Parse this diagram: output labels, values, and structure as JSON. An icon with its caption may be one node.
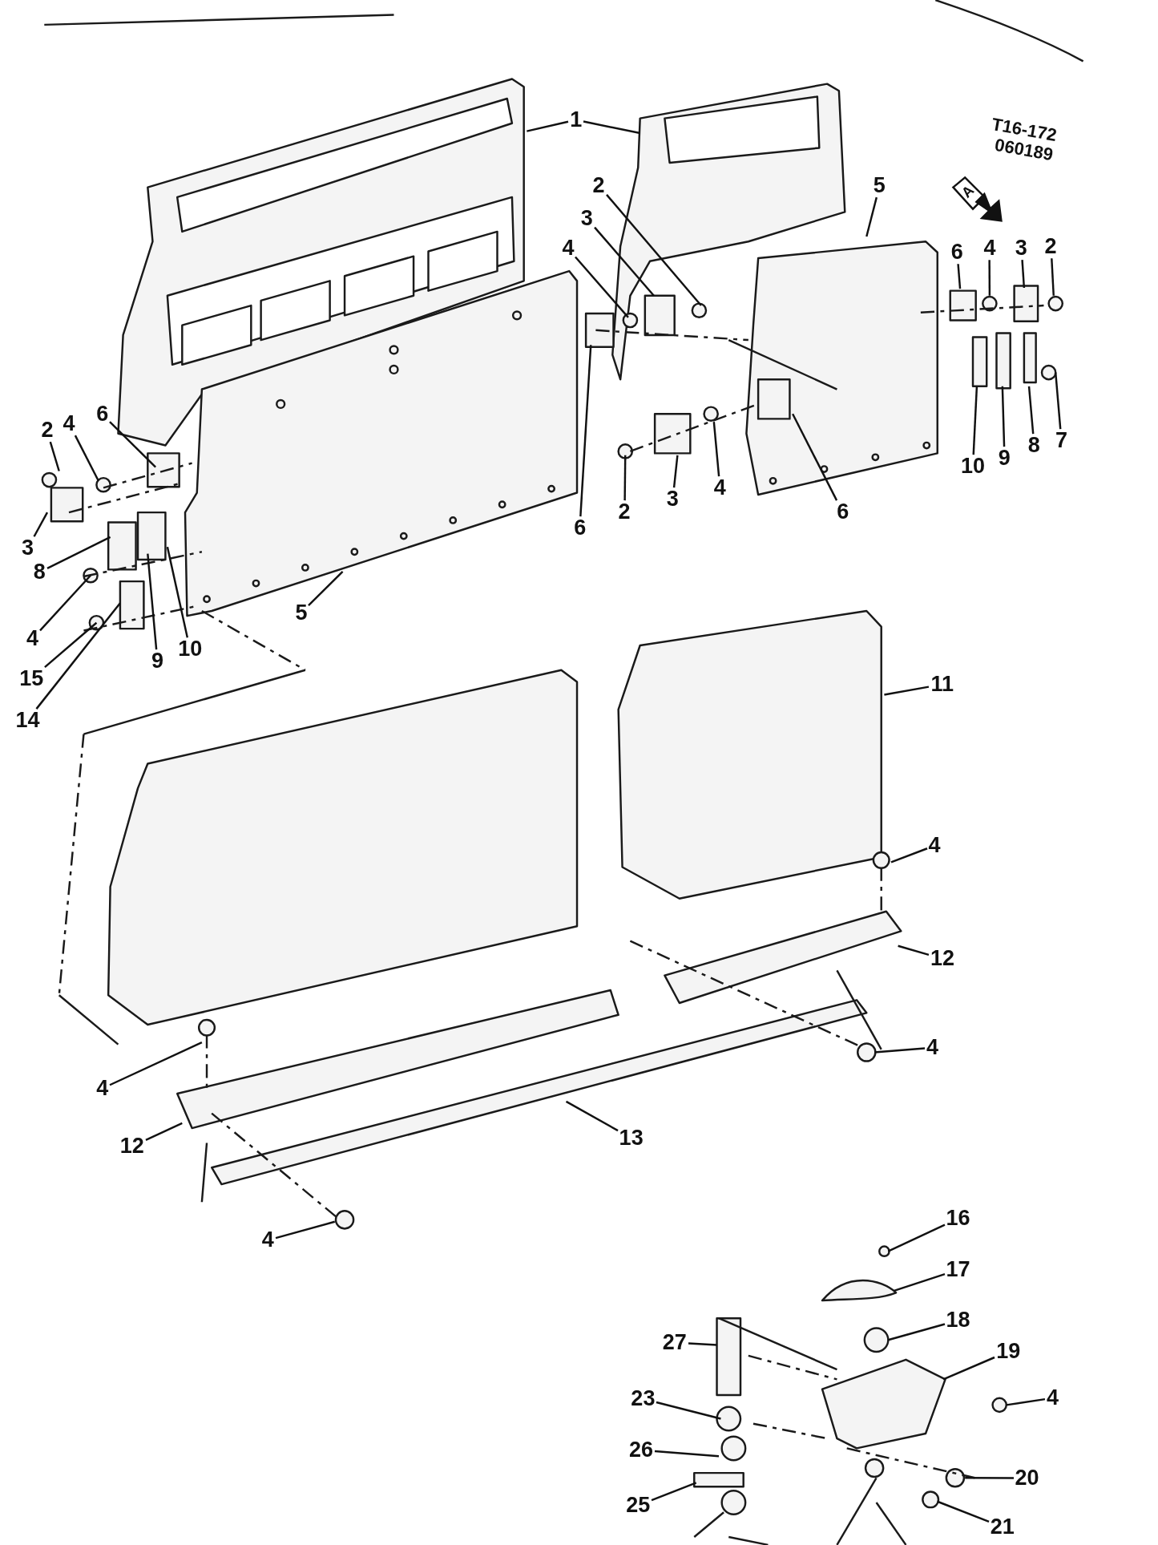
{
  "diagram": {
    "nodes": [
      {
        "text": [
          "1"
        ]
      },
      {
        "text": [
          "2"
        ]
      },
      {
        "text": [
          "5"
        ]
      },
      {
        "text": [
          "3"
        ]
      },
      {
        "text": [
          "4"
        ]
      },
      {
        "text": [
          "6"
        ]
      },
      {
        "text": [
          "4"
        ]
      },
      {
        "text": [
          "3"
        ]
      },
      {
        "text": [
          "2"
        ]
      },
      {
        "text": [
          "6"
        ]
      },
      {
        "text": [
          "4"
        ]
      },
      {
        "text": [
          "2"
        ]
      },
      {
        "text": [
          "7"
        ]
      },
      {
        "text": [
          "8"
        ]
      },
      {
        "text": [
          "9"
        ]
      },
      {
        "text": [
          "10"
        ]
      },
      {
        "text": [
          "6"
        ]
      },
      {
        "text": [
          "2"
        ]
      },
      {
        "text": [
          "3"
        ]
      },
      {
        "text": [
          "4"
        ]
      },
      {
        "text": [
          "6"
        ]
      },
      {
        "text": [
          "3"
        ]
      },
      {
        "text": [
          "8"
        ]
      },
      {
        "text": [
          "4"
        ]
      },
      {
        "text": [
          "5"
        ]
      },
      {
        "text": [
          "10"
        ]
      },
      {
        "text": [
          "9"
        ]
      },
      {
        "text": [
          "15"
        ]
      },
      {
        "text": [
          "14"
        ]
      },
      {
        "text": [
          "11"
        ]
      },
      {
        "text": [
          "4"
        ]
      },
      {
        "text": [
          "12"
        ]
      },
      {
        "text": [
          "4"
        ]
      },
      {
        "text": [
          "4"
        ]
      },
      {
        "text": [
          "12"
        ]
      },
      {
        "text": [
          "13"
        ]
      },
      {
        "text": [
          "4"
        ]
      },
      {
        "text": [
          "16"
        ]
      },
      {
        "text": [
          "17"
        ]
      },
      {
        "text": [
          "27"
        ]
      },
      {
        "text": [
          "18"
        ]
      },
      {
        "text": [
          "19"
        ]
      },
      {
        "text": [
          "4"
        ]
      },
      {
        "text": [
          "23"
        ]
      },
      {
        "text": [
          "26"
        ]
      },
      {
        "text": [
          "20"
        ]
      },
      {
        "text": [
          "25"
        ]
      },
      {
        "text": [
          "21"
        ]
      }
    ],
    "edges": [
      {
        "from": 0,
        "to": null,
        "arrow": "none"
      },
      {
        "from": 0,
        "to": null,
        "arrow": "none"
      },
      {
        "from": 1,
        "to": null,
        "arrow": "none"
      },
      {
        "from": 2,
        "to": null,
        "arrow": "none"
      },
      {
        "from": 3,
        "to": null,
        "arrow": "none"
      },
      {
        "from": 4,
        "to": null,
        "arrow": "none"
      },
      {
        "from": 5,
        "to": null,
        "arrow": "none"
      },
      {
        "from": 6,
        "to": null,
        "arrow": "none"
      },
      {
        "from": 7,
        "to": null,
        "arrow": "none"
      },
      {
        "from": 8,
        "to": null,
        "arrow": "none"
      },
      {
        "from": 9,
        "to": null,
        "arrow": "none"
      },
      {
        "from": 10,
        "to": null,
        "arrow": "none"
      },
      {
        "from": 11,
        "to": null,
        "arrow": "none"
      },
      {
        "from": 12,
        "to": null,
        "arrow": "none"
      },
      {
        "from": 13,
        "to": null,
        "arrow": "none"
      },
      {
        "from": 14,
        "to": null,
        "arrow": "none"
      },
      {
        "from": 15,
        "to": null,
        "arrow": "none"
      },
      {
        "from": 16,
        "to": null,
        "arrow": "none"
      },
      {
        "from": 17,
        "to": null,
        "arrow": "none"
      },
      {
        "from": 18,
        "to": null,
        "arrow": "none"
      },
      {
        "from": 19,
        "to": null,
        "arrow": "none"
      },
      {
        "from": 20,
        "to": null,
        "arrow": "none"
      },
      {
        "from": 21,
        "to": null,
        "arrow": "none"
      },
      {
        "from": 22,
        "to": null,
        "arrow": "none"
      },
      {
        "from": 23,
        "to": null,
        "arrow": "none"
      },
      {
        "from": 24,
        "to": null,
        "arrow": "none"
      },
      {
        "from": 25,
        "to": null,
        "arrow": "none"
      },
      {
        "from": 26,
        "to": null,
        "arrow": "none"
      },
      {
        "from": 27,
        "to": null,
        "arrow": "none"
      },
      {
        "from": 28,
        "to": null,
        "arrow": "none"
      },
      {
        "from": 29,
        "to": null,
        "arrow": "none"
      },
      {
        "from": 30,
        "to": null,
        "arrow": "none"
      },
      {
        "from": 31,
        "to": null,
        "arrow": "none"
      },
      {
        "from": 32,
        "to": null,
        "arrow": "none"
      },
      {
        "from": 33,
        "to": null,
        "arrow": "none"
      },
      {
        "from": 34,
        "to": null,
        "arrow": "none"
      },
      {
        "from": 35,
        "to": null,
        "arrow": "none"
      },
      {
        "from": 36,
        "to": null,
        "arrow": "none"
      },
      {
        "from": 37,
        "to": null,
        "arrow": "none"
      },
      {
        "from": 38,
        "to": null,
        "arrow": "none"
      },
      {
        "from": 39,
        "to": null,
        "arrow": "none"
      },
      {
        "from": 40,
        "to": null,
        "arrow": "none"
      },
      {
        "from": 41,
        "to": null,
        "arrow": "none"
      },
      {
        "from": 42,
        "to": null,
        "arrow": "none"
      },
      {
        "from": 43,
        "to": null,
        "arrow": "none"
      },
      {
        "from": 44,
        "to": null,
        "arrow": "none"
      },
      {
        "from": 45,
        "to": null,
        "arrow": "none"
      },
      {
        "from": 46,
        "to": null,
        "arrow": "none"
      },
      {
        "from": 47,
        "to": null,
        "arrow": "none"
      }
    ],
    "labels": [
      "T16-172",
      "060189",
      "A"
    ]
  }
}
